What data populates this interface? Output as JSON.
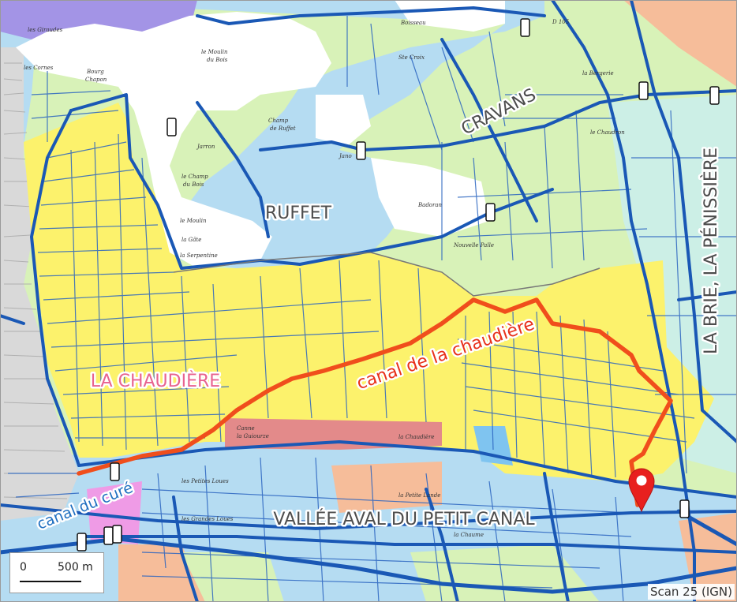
{
  "labels": {
    "cravans": "CRAVANS",
    "ruffet": "RUFFET",
    "la_chaudiere": "LA CHAUDIÈRE",
    "canal_de_la_chaudiere": "canal de la chaudière",
    "canal_du_cure": "canal du curé",
    "vallee_aval": "VALLÉE AVAL DU PETIT CANAL",
    "la_brie": "LA BRIE, LA PÉNISSIÈRE"
  },
  "scale": {
    "zero": "0",
    "distance": "500 m"
  },
  "attribution": "Scan 25 (IGN)",
  "colors": {
    "yellow_zone": "#fcf26c",
    "light_blue_zone": "#b5dcf2",
    "light_green_zone": "#d8f2b8",
    "pale_cyan_zone": "#ccefe6",
    "salmon_zone": "#f6bd9a",
    "red_zone": "#e38a8a",
    "purple_zone": "#a394e6",
    "pink_zone": "#ef9be6",
    "boundary_blue": "#1a58b5",
    "canal_red": "#f04e1c",
    "marker_red": "#e8201e"
  },
  "icons": {
    "location_marker": "map-pin-icon",
    "sluice_gate": "sluice-gate-icon"
  }
}
